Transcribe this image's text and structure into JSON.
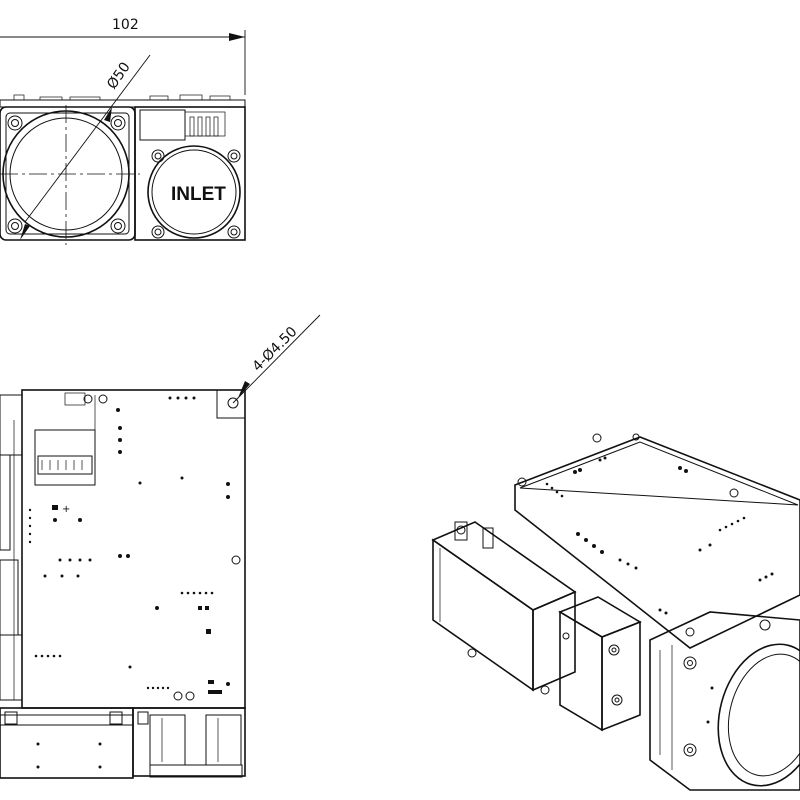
{
  "front_view": {
    "overall_width_dim": "102",
    "lens_diameter_dim": "Ø50",
    "inlet_label": "INLET"
  },
  "top_view": {
    "hole_dim": "4-Ø4.50"
  },
  "iso_view": {}
}
